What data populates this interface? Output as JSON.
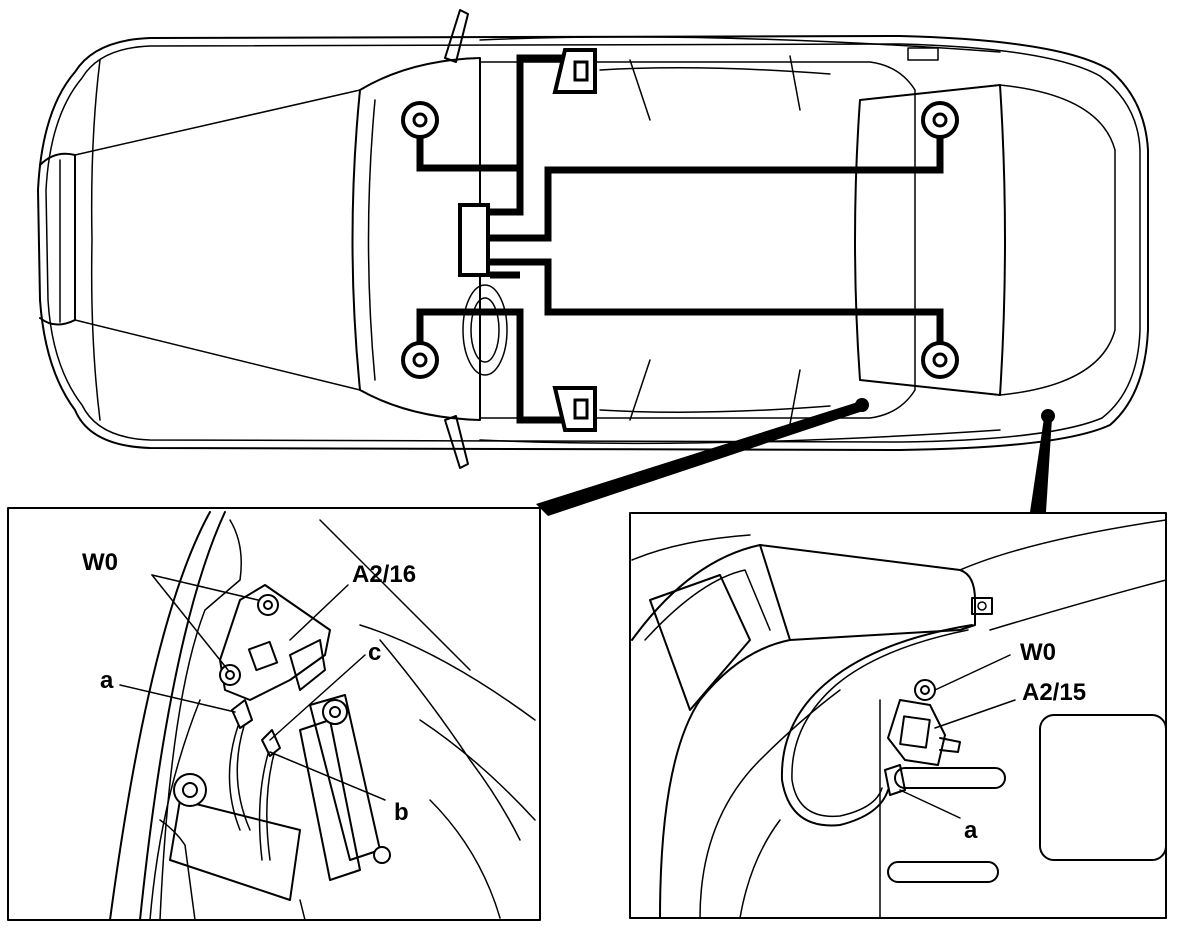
{
  "labels": {
    "left": {
      "w0": "W0",
      "a2_16": "A2/16",
      "a": "a",
      "b": "b",
      "c": "c"
    },
    "right": {
      "w0": "W0",
      "a2_15": "A2/15",
      "a": "a"
    }
  }
}
